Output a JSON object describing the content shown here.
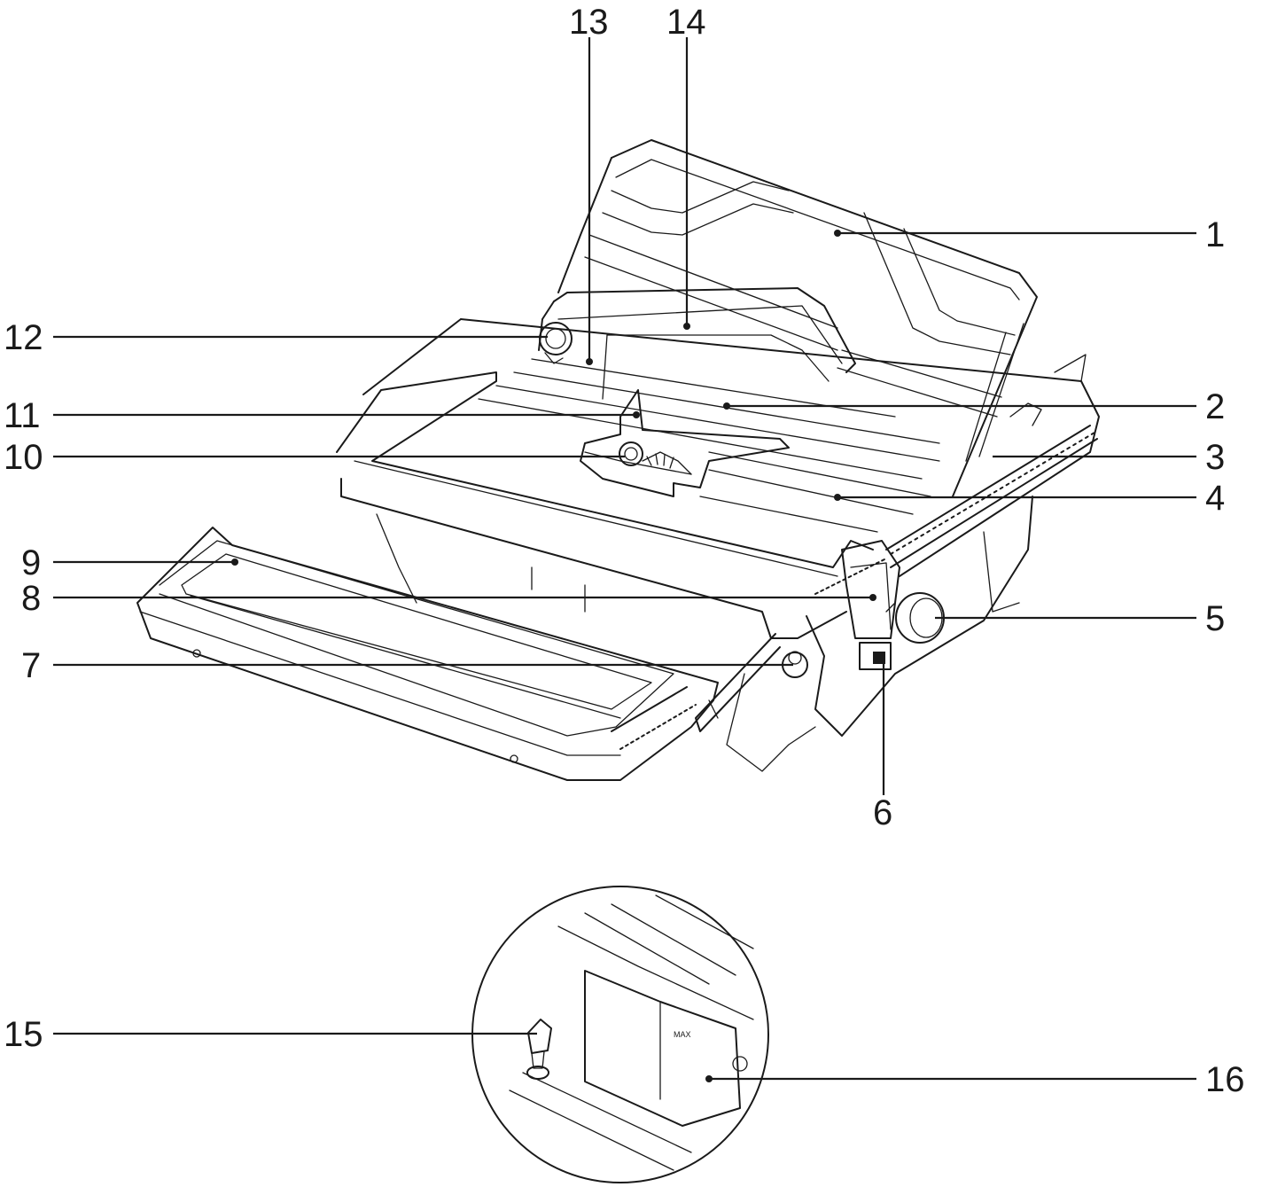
{
  "callouts": [
    {
      "id": "c1",
      "label": "1"
    },
    {
      "id": "c2",
      "label": "2"
    },
    {
      "id": "c3",
      "label": "3"
    },
    {
      "id": "c4",
      "label": "4"
    },
    {
      "id": "c5",
      "label": "5"
    },
    {
      "id": "c6",
      "label": "6"
    },
    {
      "id": "c7",
      "label": "7"
    },
    {
      "id": "c8",
      "label": "8"
    },
    {
      "id": "c9",
      "label": "9"
    },
    {
      "id": "c10",
      "label": "10"
    },
    {
      "id": "c11",
      "label": "11"
    },
    {
      "id": "c12",
      "label": "12"
    },
    {
      "id": "c13",
      "label": "13"
    },
    {
      "id": "c14",
      "label": "14"
    },
    {
      "id": "c15",
      "label": "15"
    },
    {
      "id": "c16",
      "label": "16"
    }
  ],
  "detail_text": {
    "max_mark": "MAX"
  }
}
